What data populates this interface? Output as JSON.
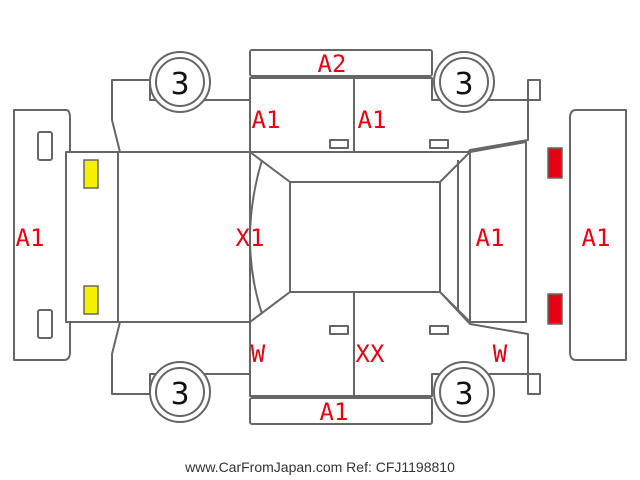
{
  "panels": {
    "roof_top": "A2",
    "front_left_door": "A1",
    "rear_left_door": "A1",
    "front_bumper": "A1",
    "hood": "X1",
    "tailgate": "A1",
    "rear_bumper": "A1",
    "front_right_fender": "W",
    "right_doors": "XX",
    "rear_right_fender": "W",
    "bottom_sill": "A1"
  },
  "wheels": {
    "front_left": "3",
    "rear_left": "3",
    "front_right": "3",
    "rear_right": "3"
  },
  "lights": {
    "front_color": "#f5f000",
    "rear_color": "#e60012"
  },
  "footer": "www.CarFromJapan.com Ref: CFJ1198810"
}
